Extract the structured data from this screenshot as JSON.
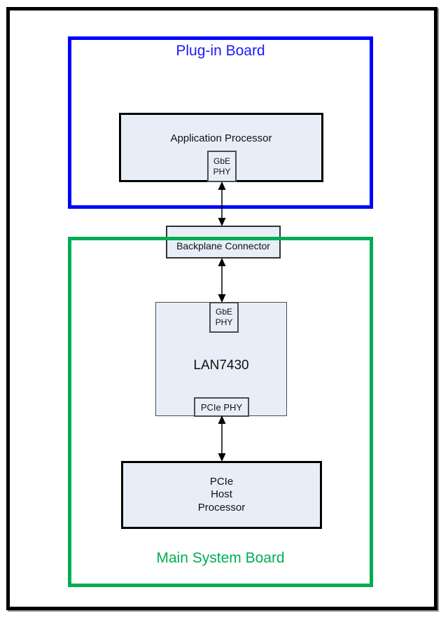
{
  "boards": {
    "plug_in": {
      "label": "Plug-in Board",
      "border_color": "#0000FF",
      "label_color": "#1C18FF"
    },
    "main_system": {
      "label": "Main System Board",
      "border_color": "#00AD52",
      "label_color": "#00AD52"
    }
  },
  "blocks": {
    "application_processor": {
      "label": "Application Processor",
      "gbe_phy": {
        "line1": "GbE",
        "line2": "PHY"
      }
    },
    "backplane_connector": {
      "label": "Backplane Connector"
    },
    "lan7430": {
      "label": "LAN7430",
      "gbe_phy": {
        "line1": "GbE",
        "line2": "PHY"
      },
      "pcie_phy": {
        "label": "PCIe PHY"
      }
    },
    "pcie_host_processor": {
      "line1": "PCIe",
      "line2": "Host",
      "line3": "Processor"
    }
  },
  "colors": {
    "box_fill": "#E8EEF7",
    "thick_border": "#000000",
    "thin_border": "#4D4D4D",
    "arrow": "#000000",
    "outer_frame": "#000000"
  },
  "connections": [
    {
      "from": "application-processor-gbe-phy",
      "to": "backplane-connector",
      "type": "bidirectional"
    },
    {
      "from": "backplane-connector",
      "to": "lan7430-gbe-phy",
      "type": "bidirectional"
    },
    {
      "from": "lan7430-pcie-phy",
      "to": "pcie-host-processor",
      "type": "bidirectional"
    }
  ]
}
